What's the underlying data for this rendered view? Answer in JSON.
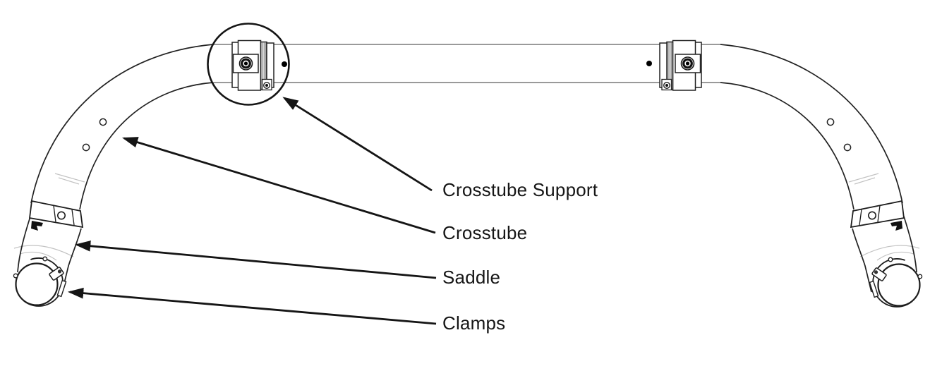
{
  "diagram": {
    "colors": {
      "background": "#ffffff",
      "line": "#1d1d1d",
      "tube_edge": "#787878",
      "faint_break": "#c2c2c2"
    },
    "labels": [
      {
        "id": "crosstube-support",
        "text": "Crosstube Support"
      },
      {
        "id": "crosstube",
        "text": "Crosstube"
      },
      {
        "id": "saddle",
        "text": "Saddle"
      },
      {
        "id": "clamps",
        "text": "Clamps"
      }
    ]
  }
}
